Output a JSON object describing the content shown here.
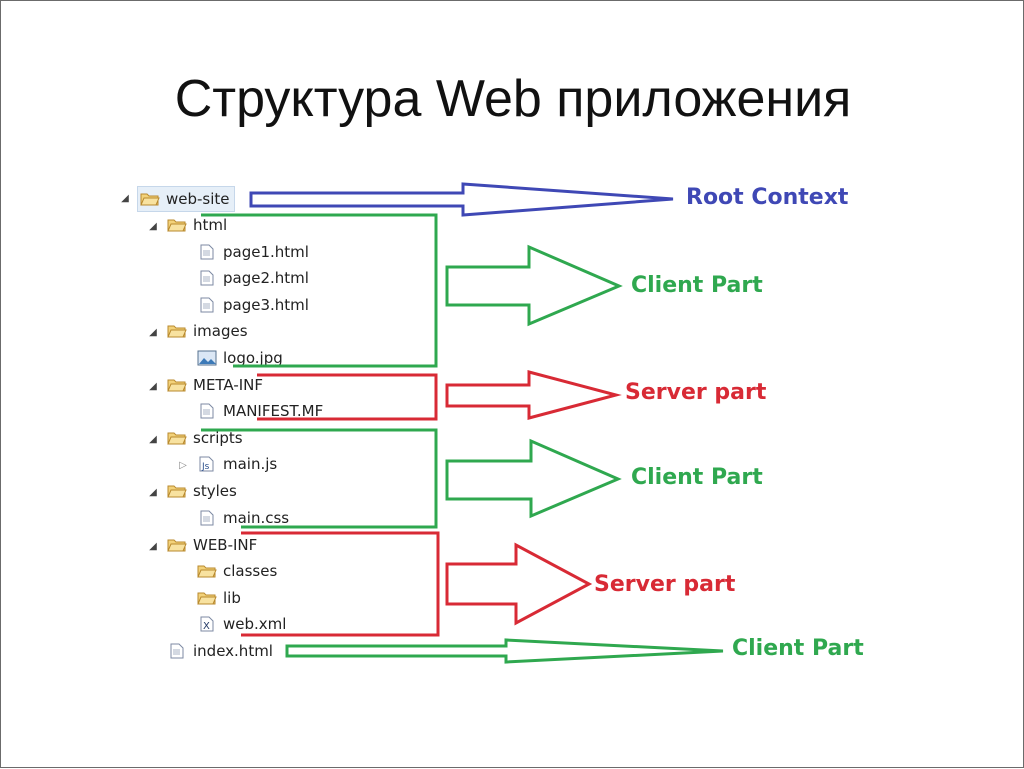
{
  "title": "Структура Web приложения",
  "tree": {
    "root": "web-site",
    "html": "html",
    "page1": "page1.html",
    "page2": "page2.html",
    "page3": "page3.html",
    "images": "images",
    "logo": "logo.jpg",
    "meta_inf": "META-INF",
    "manifest": "MANIFEST.MF",
    "scripts": "scripts",
    "main_js": "main.js",
    "styles": "styles",
    "main_css": "main.css",
    "web_inf": "WEB-INF",
    "classes": "classes",
    "lib": "lib",
    "web_xml": "web.xml",
    "index": "index.html"
  },
  "labels": {
    "root_context": "Root Context",
    "client_part_1": "Client Part",
    "server_part_1": "Server part",
    "client_part_2": "Client Part",
    "server_part_2": "Server part",
    "client_part_3": "Client Part"
  },
  "colors": {
    "root": "#3f48b5",
    "client": "#2fa84f",
    "server": "#d82a35",
    "folder": "#d9a94a",
    "file": "#6a7fa0"
  },
  "icons": {
    "expanded": "triangle-down-icon",
    "collapsed": "triangle-right-icon",
    "folder": "folder-open-icon",
    "file": "document-icon",
    "image": "image-file-icon",
    "js": "javascript-file-icon",
    "xml": "xml-file-icon"
  }
}
